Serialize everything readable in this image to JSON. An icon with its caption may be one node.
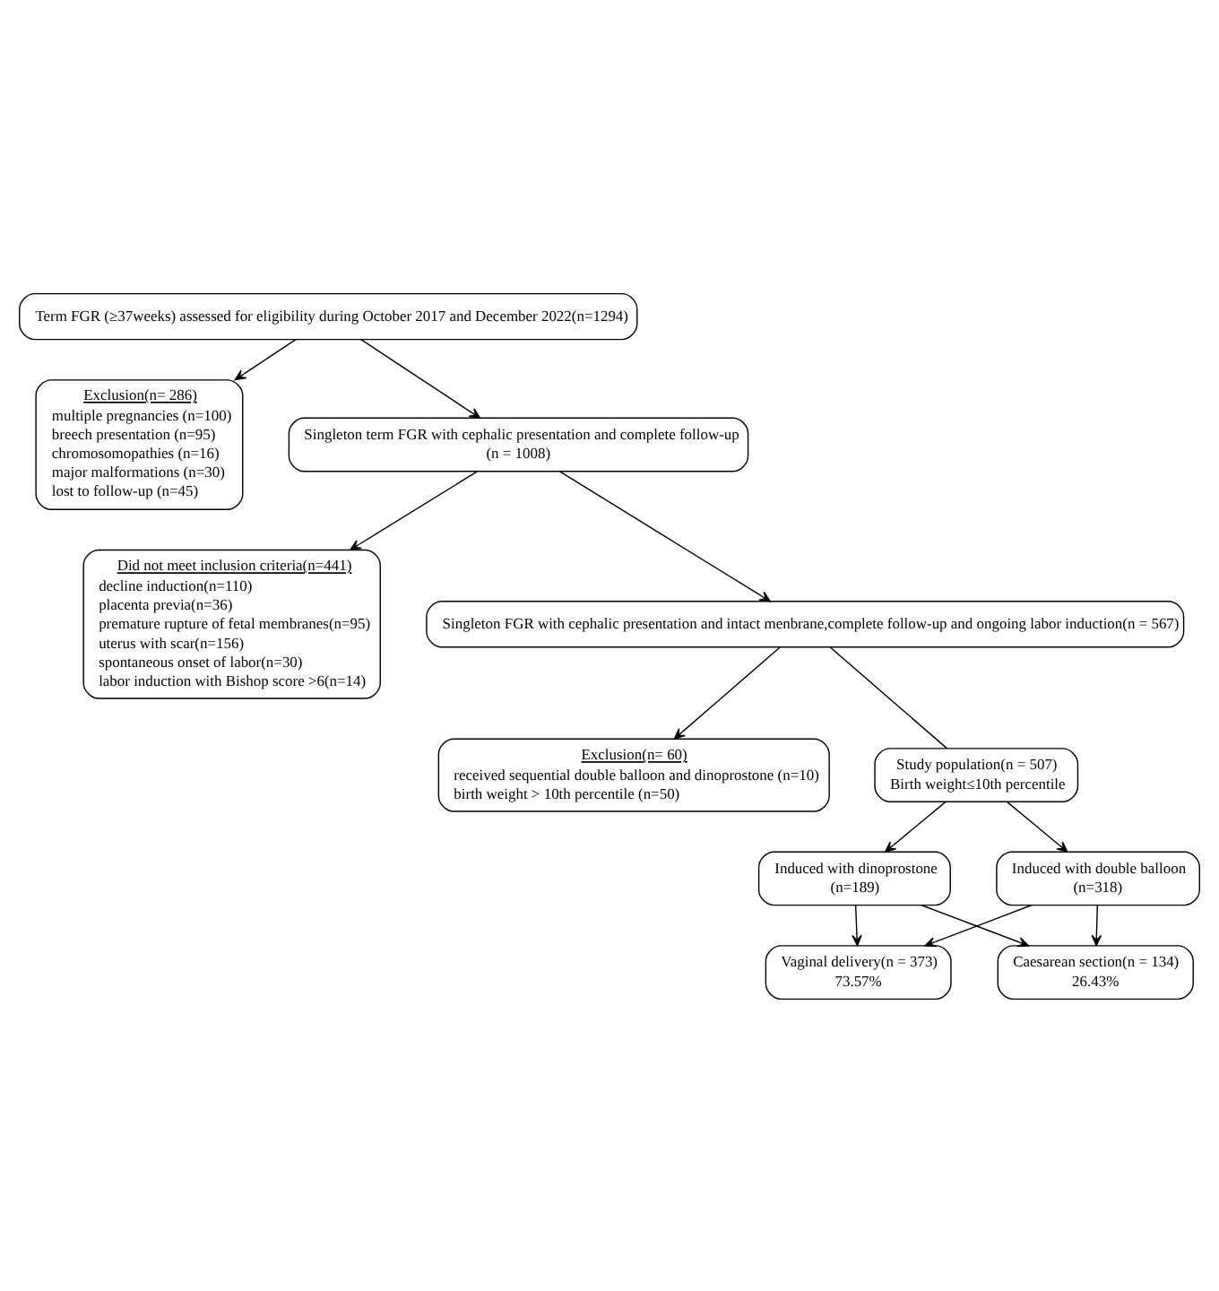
{
  "diagram": {
    "nodes": [
      {
        "text": [
          "Term FGR (≥37weeks) assessed for eligibility during October 2017 and December 2022(n=1294)"
        ]
      },
      {
        "text": [
          "Exclusion(n= 286)",
          "multiple pregnancies (n=100)",
          "breech presentation (n=95)",
          "chromosomopathies (n=16)",
          "major malformations (n=30)",
          "lost to follow-up (n=45)"
        ]
      },
      {
        "text": [
          "Singleton term FGR with cephalic presentation and complete follow-up",
          "(n = 1008)"
        ]
      },
      {
        "text": [
          "Did not meet inclusion criteria(n=441)",
          "decline induction(n=110)",
          "placenta previa(n=36)",
          "premature rupture of fetal membranes(n=95)",
          "uterus with scar(n=156)",
          "spontaneous onset of labor(n=30)",
          "labor induction with Bishop score >6(n=14)"
        ]
      },
      {
        "text": [
          "Singleton FGR with cephalic presentation and intact menbrane,complete follow-up and ongoing labor induction(n = 567)"
        ]
      },
      {
        "text": [
          "Exclusion(n= 60)",
          "received sequential double balloon and dinoprostone (n=10)",
          "birth weight > 10th percentile (n=50)"
        ]
      },
      {
        "text": [
          "Study population(n = 507)",
          "Birth weight≤10th percentile"
        ]
      },
      {
        "text": [
          "Induced with dinoprostone",
          "(n=189)"
        ]
      },
      {
        "text": [
          "Induced with double balloon",
          "(n=318)"
        ]
      },
      {
        "text": [
          "Vaginal delivery(n = 373)",
          "73.57%"
        ]
      },
      {
        "text": [
          "Caesarean section(n = 134)",
          "26.43%"
        ]
      }
    ],
    "edges": [
      {
        "from": 0,
        "to": 2,
        "arrow": "to"
      },
      {
        "from": 0,
        "to": 1,
        "arrow": "to"
      },
      {
        "from": 2,
        "to": 4,
        "arrow": "to"
      },
      {
        "from": 2,
        "to": 3,
        "arrow": "to"
      },
      {
        "from": 4,
        "to": 6,
        "arrow": "none"
      },
      {
        "from": 4,
        "to": 5,
        "arrow": "to"
      },
      {
        "from": 6,
        "to": 7,
        "arrow": "to"
      },
      {
        "from": 6,
        "to": 8,
        "arrow": "to"
      },
      {
        "from": 7,
        "to": 9,
        "arrow": "to"
      },
      {
        "from": 7,
        "to": 10,
        "arrow": "to"
      },
      {
        "from": 8,
        "to": 9,
        "arrow": "to"
      },
      {
        "from": 8,
        "to": 10,
        "arrow": "to"
      }
    ]
  }
}
